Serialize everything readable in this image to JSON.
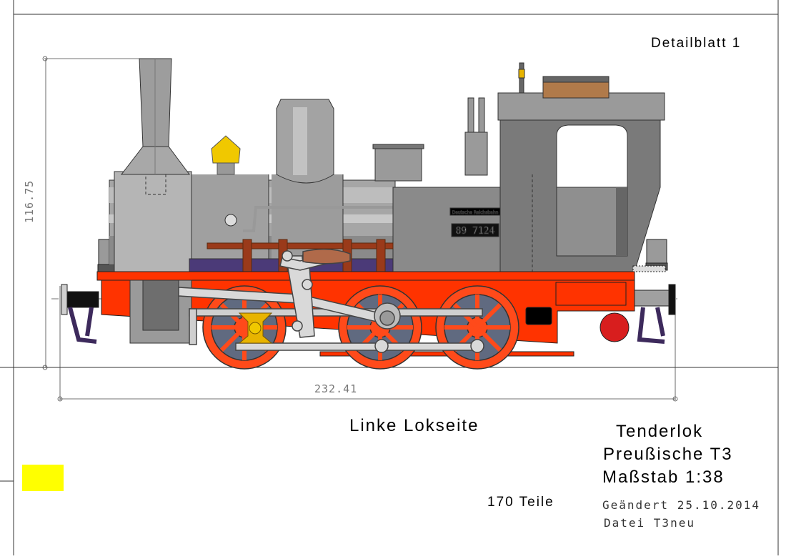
{
  "sheet": {
    "detail_label": "Detailblatt 1",
    "view_label": "Linke Lokseite",
    "loco_type": "Tenderlok",
    "loco_class": "Preußische T3",
    "scale": "Maßstab 1:38",
    "parts_count": "170 Teile",
    "changed": "Geändert 25.10.2014",
    "file": "Datei T3neu"
  },
  "dimensions": {
    "length": "232.41",
    "height": "116.75"
  },
  "loco_markings": {
    "railway": "Deutsche Reichsbahn",
    "number": "89 7124"
  },
  "colors": {
    "frame_red": "#ff3300",
    "wheel_red": "#ff4a1a",
    "body_gray": "#8c8c8c",
    "cab_gray": "#7a7a7a",
    "rod_gray": "#d9d9d9",
    "brass": "#e8b400",
    "swatch": "#ffff00"
  }
}
